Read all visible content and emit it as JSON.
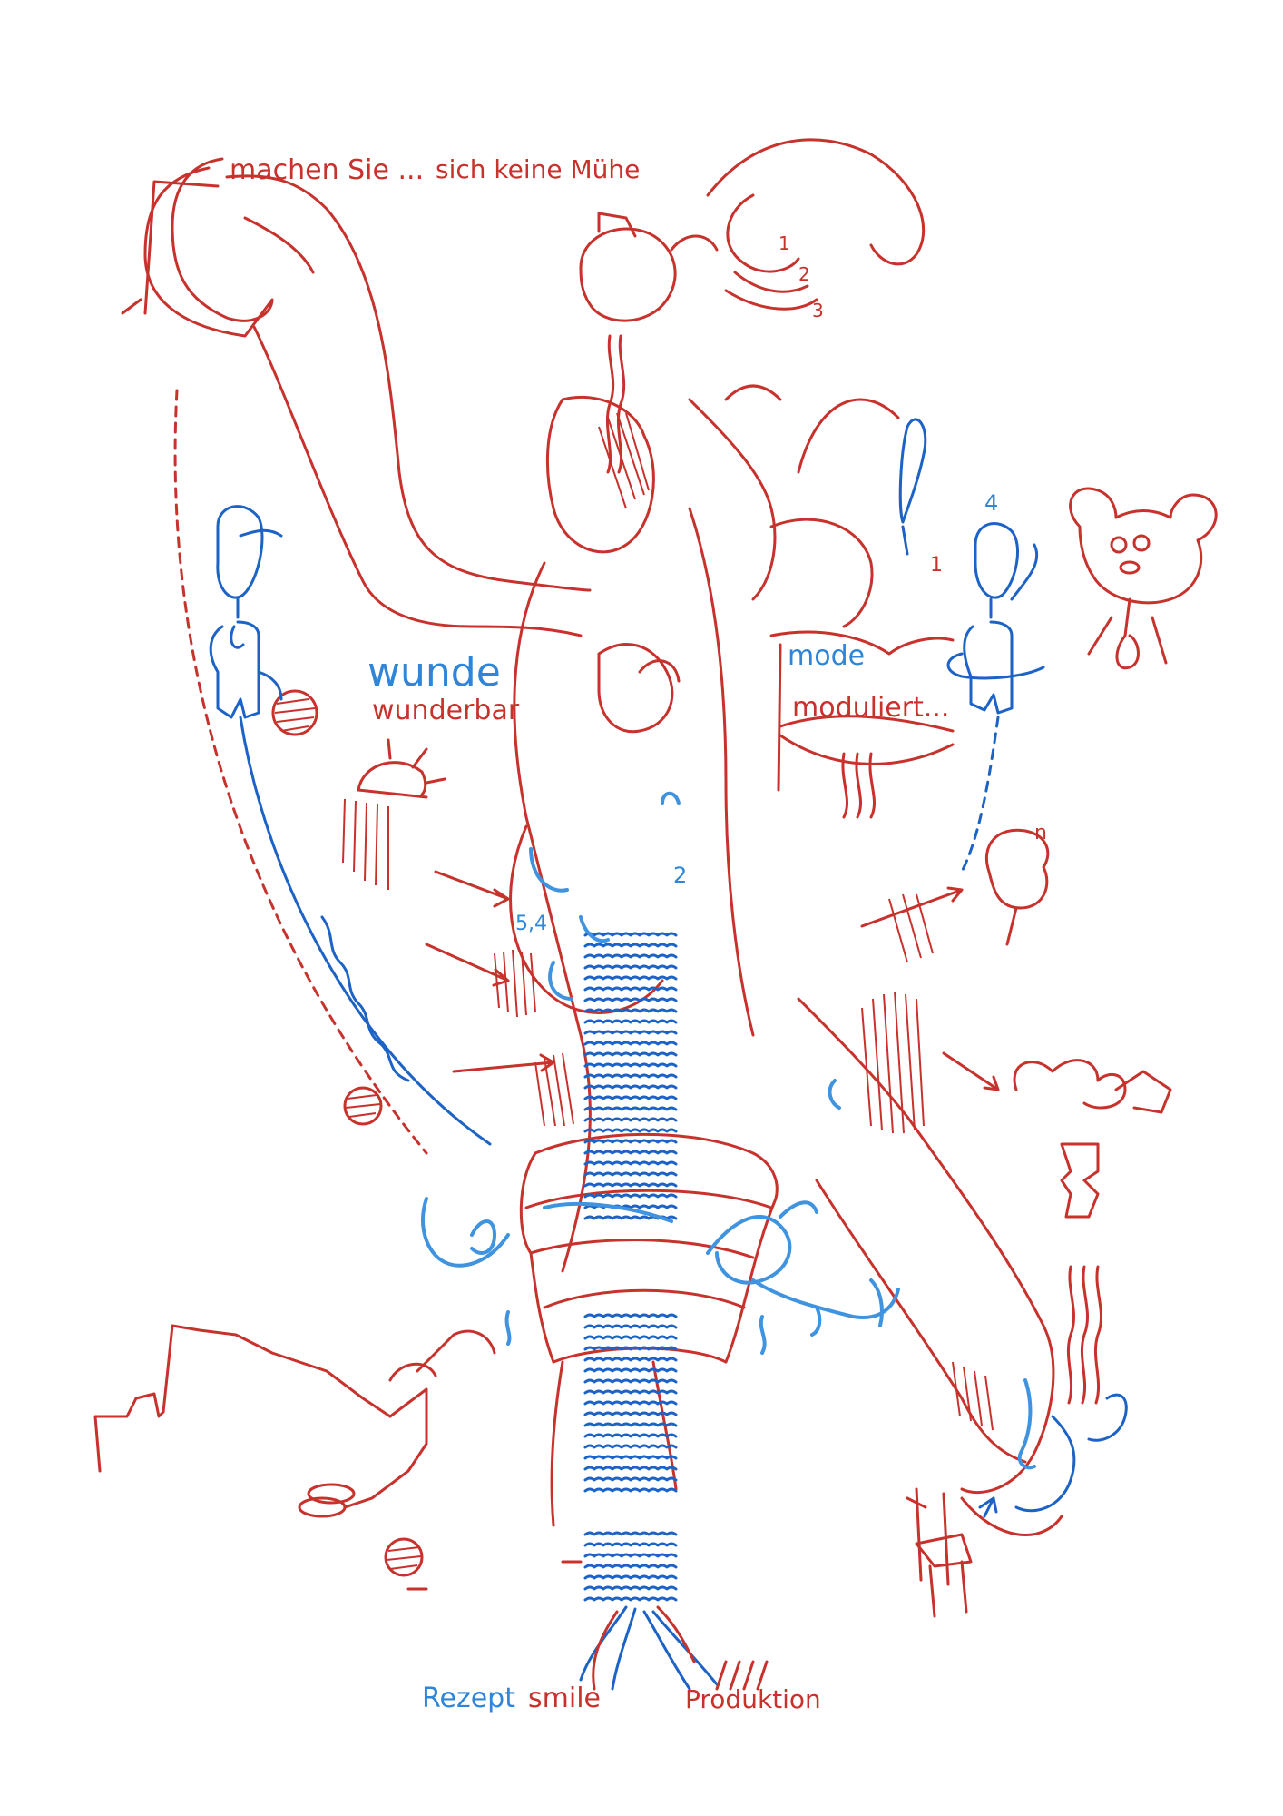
{
  "labels": {
    "top_left": "machen Sie ...",
    "top_right": "sich keine Mühe",
    "wunde": "wunde",
    "wunderbar": "wunderbar",
    "mode": "mode",
    "moduliert": "moduliert...",
    "bottom_left_blue": "Rezept",
    "bottom_left_red": "smile",
    "bottom_right": "Produktion"
  },
  "numbers": {
    "n1": "1",
    "n2": "2",
    "n3": "3",
    "n4": "4",
    "n_one_right": "1",
    "n_54": "5,4",
    "n_2_circle": "2",
    "n_n": "n"
  },
  "colors": {
    "red": "#c8322d",
    "blue": "#1d63c6",
    "light_blue": "#3f93df"
  }
}
